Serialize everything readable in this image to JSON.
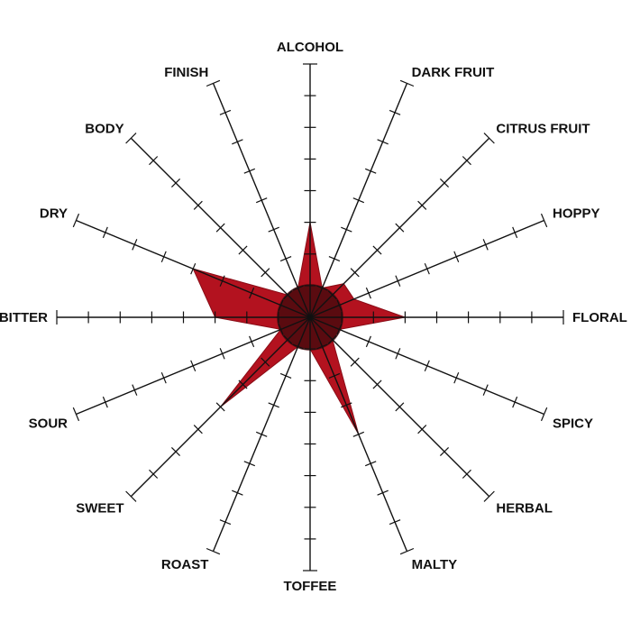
{
  "chart_data": {
    "type": "radar",
    "axes": [
      "ALCOHOL",
      "DARK FRUIT",
      "CITRUS FRUIT",
      "HOPPY",
      "FLORAL",
      "SPICY",
      "HERBAL",
      "MALTY",
      "TOFFEE",
      "ROAST",
      "SWEET",
      "SOUR",
      "BITTER",
      "DRY",
      "BODY",
      "FINISH"
    ],
    "values": [
      3,
      1,
      1.5,
      1.5,
      3,
      1,
      1,
      4,
      1,
      1,
      4,
      1,
      3,
      4,
      1,
      1
    ],
    "range": [
      0,
      8
    ],
    "ticks_per_axis": 8,
    "fill_color": "#b3121f",
    "core_color": "#4a0a0e",
    "line_color": "#111111"
  }
}
